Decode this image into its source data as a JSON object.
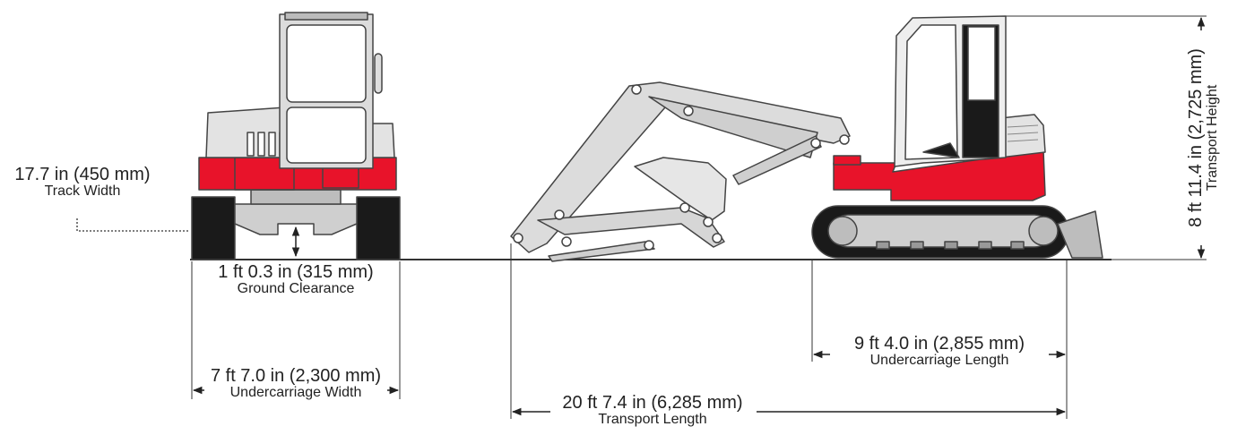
{
  "track_width": {
    "value": "17.7 in (450 mm)",
    "name": "Track Width"
  },
  "ground_clearance": {
    "value": "1 ft 0.3 in (315 mm)",
    "name": "Ground Clearance"
  },
  "undercarriage_width": {
    "value": "7 ft 7.0 in (2,300 mm)",
    "name": "Undercarriage Width"
  },
  "transport_length": {
    "value": "20 ft 7.4 in (6,285 mm)",
    "name": "Transport Length"
  },
  "undercarriage_length": {
    "value": "9 ft 4.0 in (2,855 mm)",
    "name": "Undercarriage Length"
  },
  "transport_height": {
    "value": "8 ft 11.4 in (2,725 mm)",
    "name": "Transport Height"
  },
  "colors": {
    "body_red": "#e8132a",
    "track_black": "#1a1a1a",
    "body_grey": "#d8d8d8",
    "outline": "#444444"
  },
  "icons": [
    "excavator-front-view",
    "excavator-side-view"
  ]
}
